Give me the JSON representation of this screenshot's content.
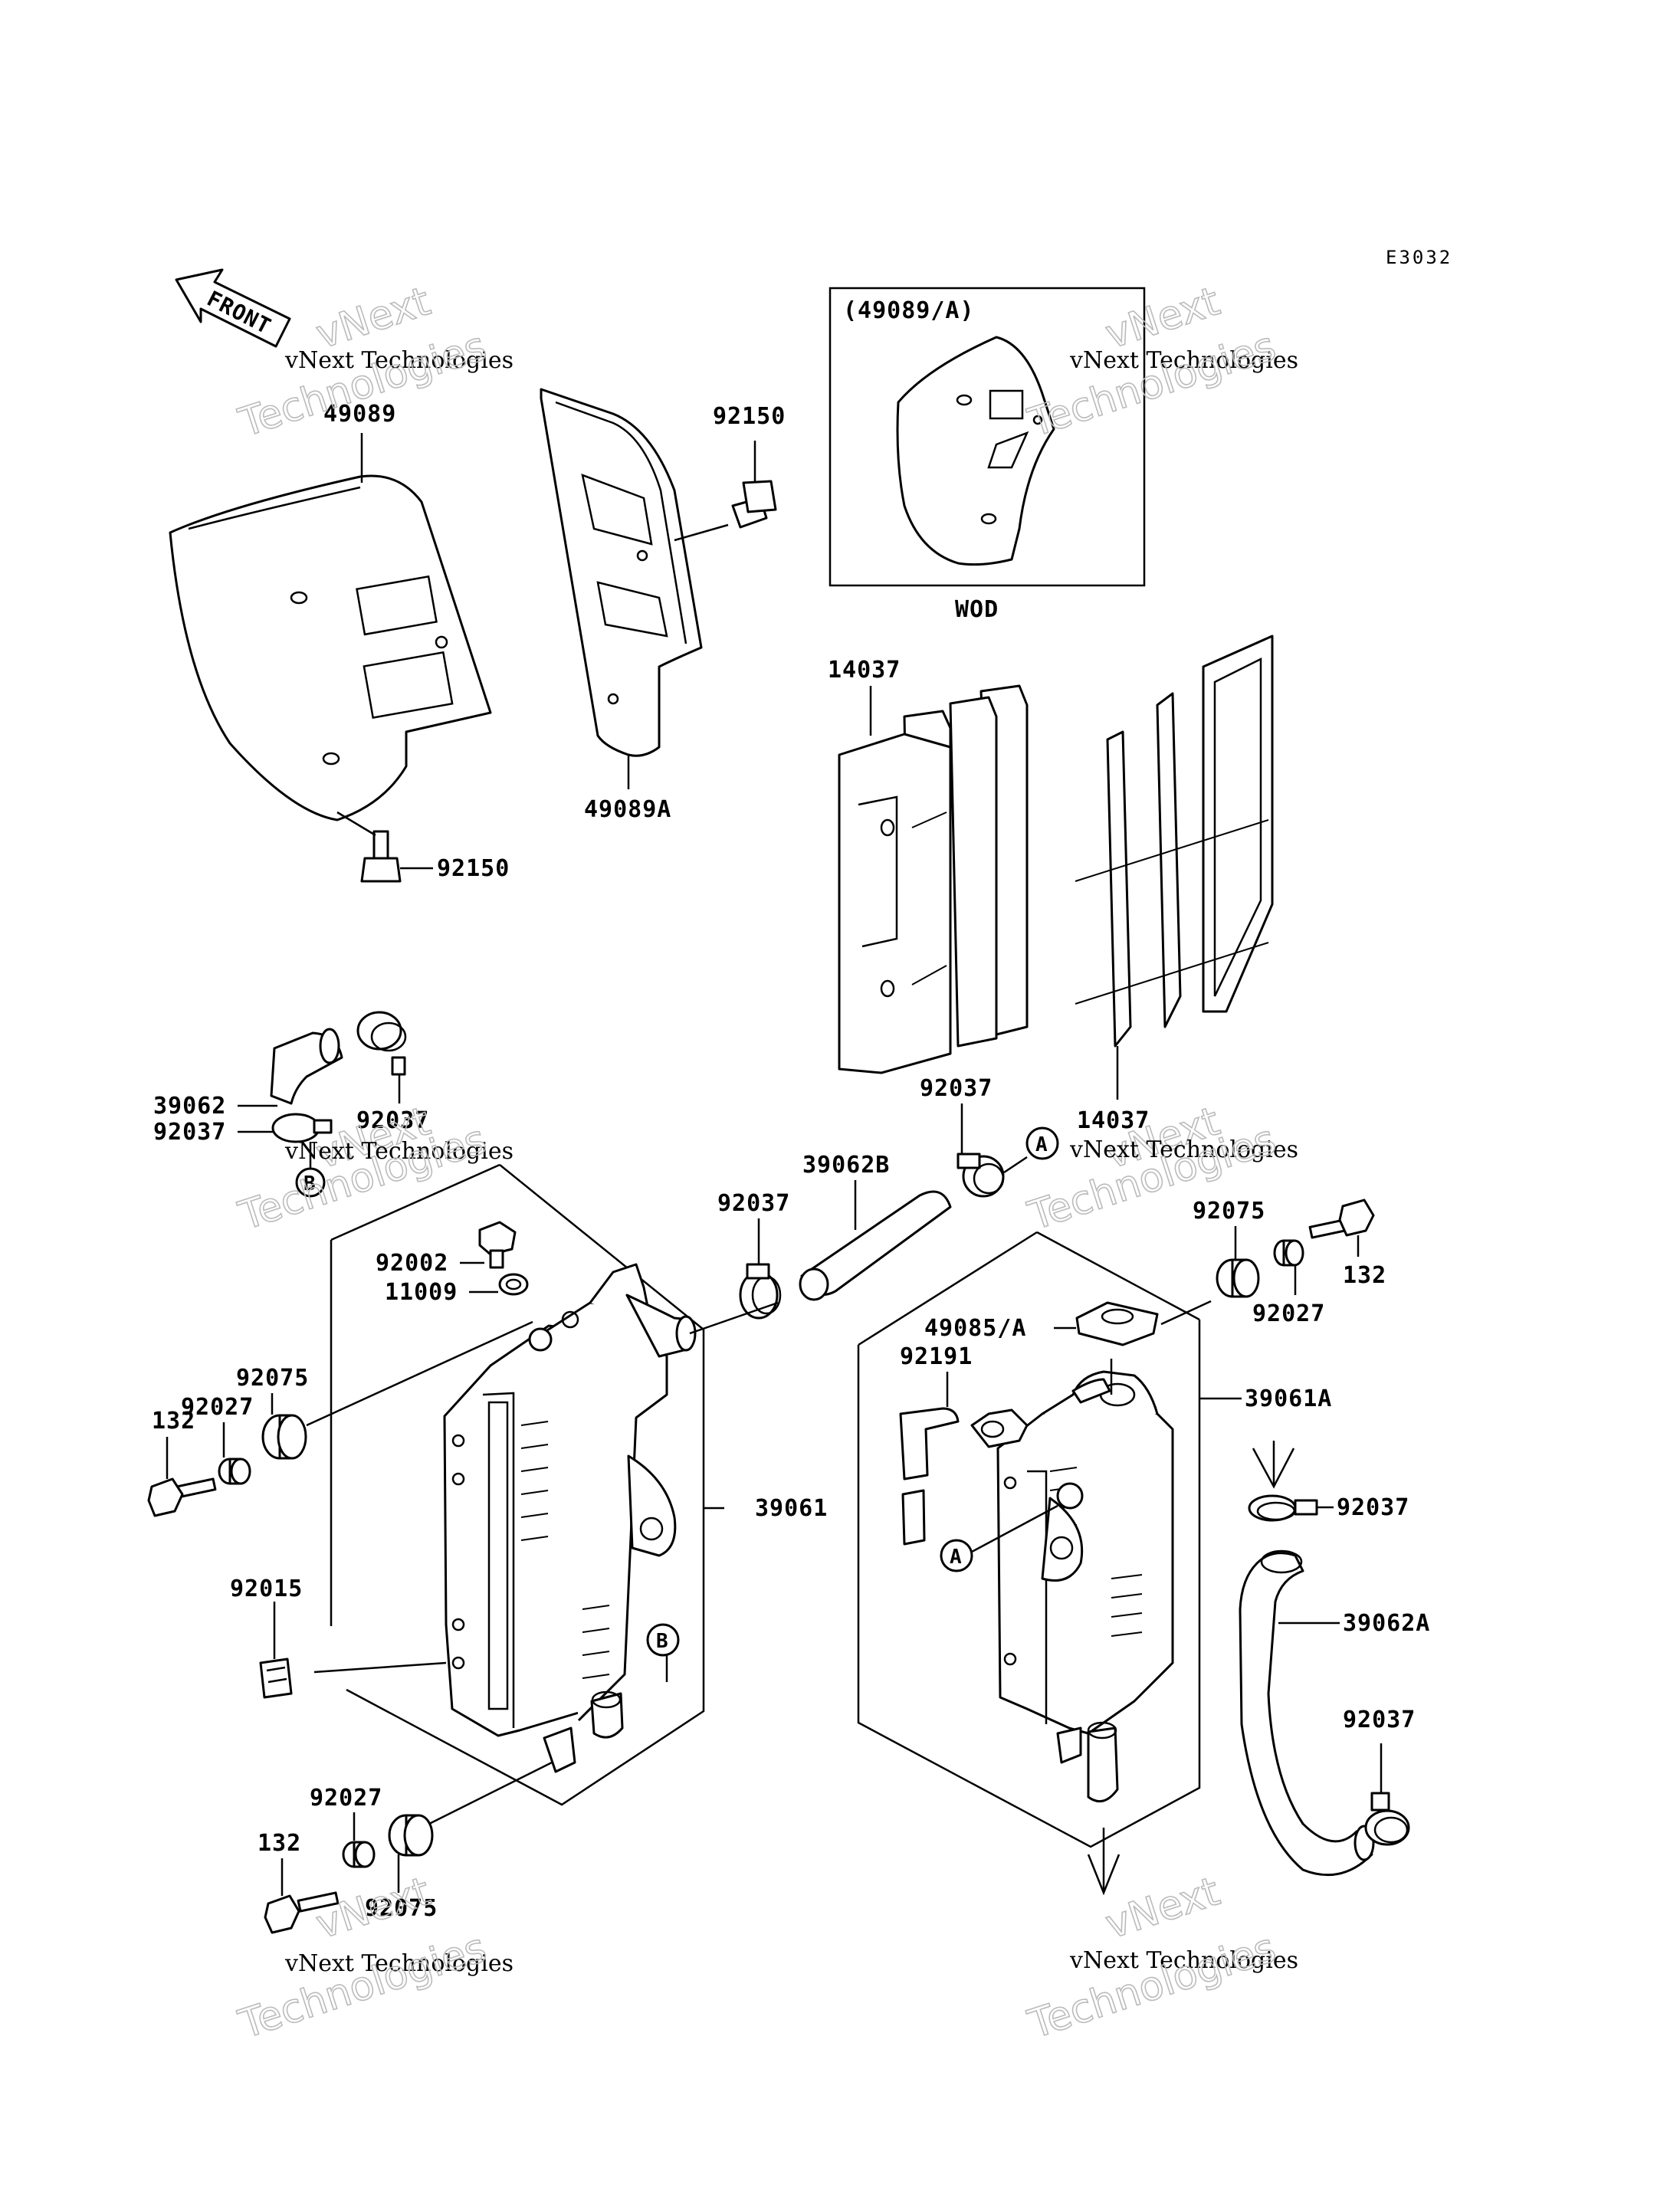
{
  "diagram_code": "E3032",
  "front_label": "FRONT",
  "inset": {
    "title": "(49089/A)",
    "caption": "WOD"
  },
  "callouts": {
    "p49089": "49089",
    "p49089A": "49089A",
    "p92150_top": "92150",
    "p92150_bottom": "92150",
    "p14037_top": "14037",
    "p14037_right": "14037",
    "p39062": "39062",
    "p92037_left_upper": "92037",
    "p92037_left": "92037",
    "p92037_mid": "92037",
    "p92037_top_right": "92037",
    "p92037_right": "92037",
    "p92037_bottom_right": "92037",
    "p39062B": "39062B",
    "p92002": "92002",
    "p11009": "11009",
    "p92075_left": "92075",
    "p92027_left": "92027",
    "p132_left": "132",
    "p39061": "39061",
    "p92015": "92015",
    "p92027_bottom": "92027",
    "p132_bottom": "132",
    "p92075_bottom": "92075",
    "p92075_right": "92075",
    "p92027_right": "92027",
    "p132_right": "132",
    "p49085A": "49085/A",
    "p92191": "92191",
    "p39061A": "39061A",
    "p39062A": "39062A"
  },
  "markers": {
    "a1": "A",
    "a2": "A",
    "b1": "B",
    "b2": "B"
  },
  "watermark": {
    "line1": "vNext",
    "line2": "vNext Technologies",
    "line3": "Technologies"
  }
}
